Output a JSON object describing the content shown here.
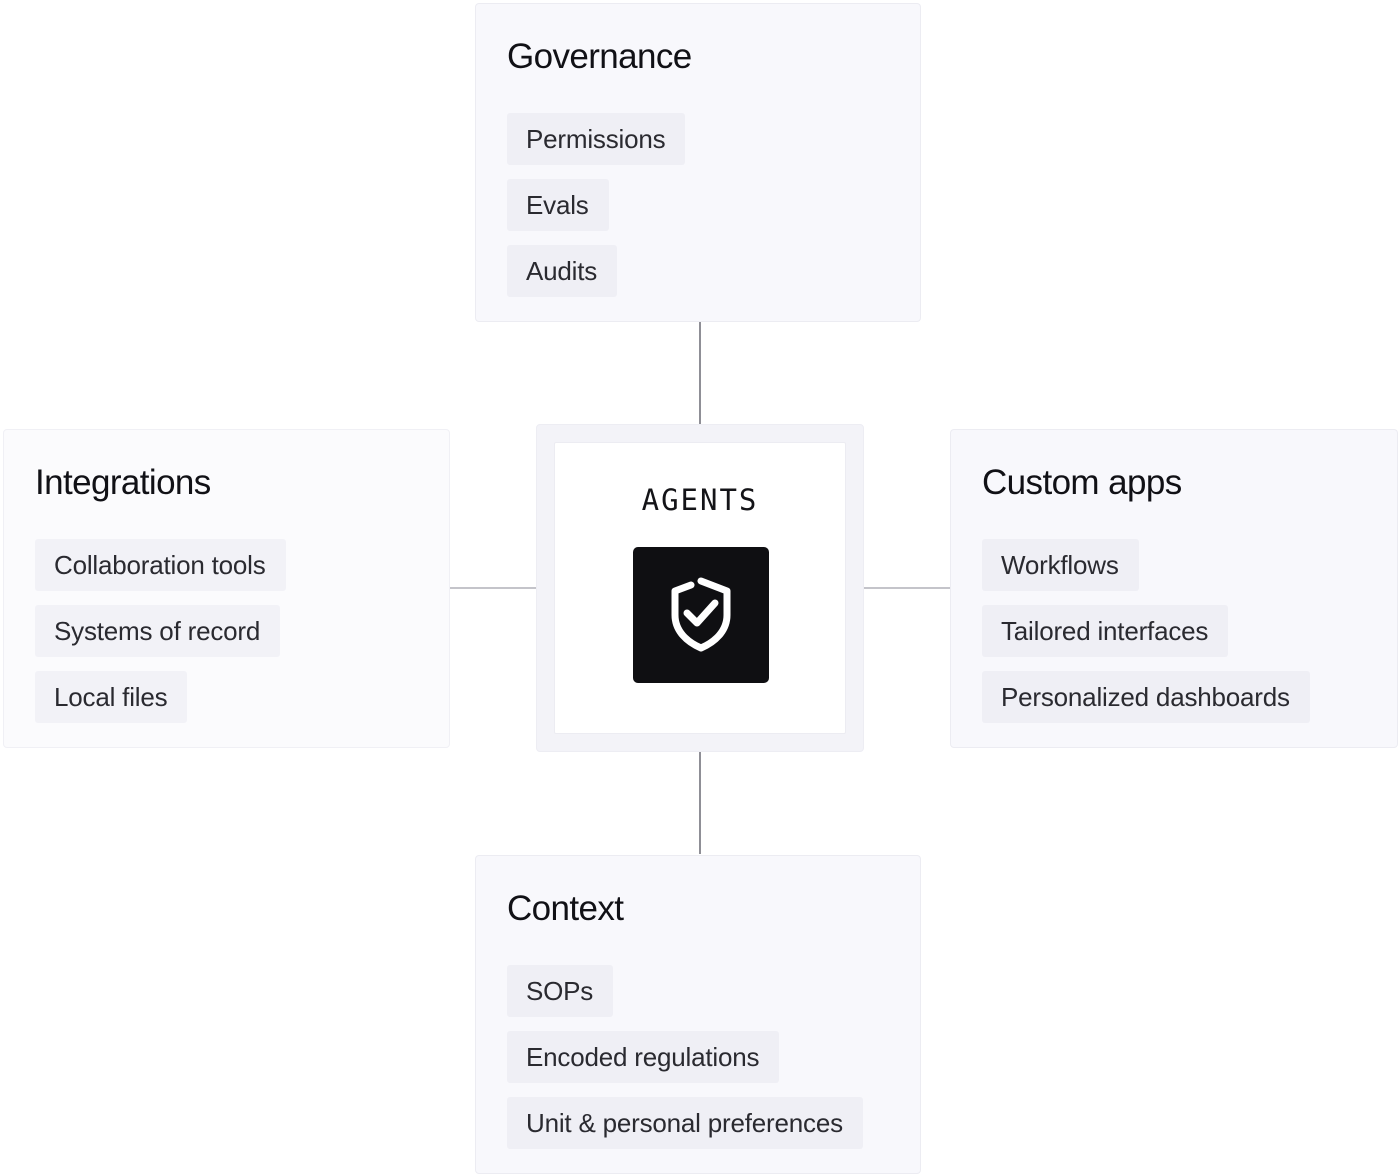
{
  "center": {
    "label": "AGENTS",
    "icon": "shield-check-icon"
  },
  "cards": {
    "governance": {
      "title": "Governance",
      "items": [
        "Permissions",
        "Evals",
        "Audits"
      ]
    },
    "integrations": {
      "title": "Integrations",
      "items": [
        "Collaboration tools",
        "Systems of record",
        "Local files"
      ]
    },
    "custom_apps": {
      "title": "Custom apps",
      "items": [
        "Workflows",
        "Tailored interfaces",
        "Personalized dashboards"
      ]
    },
    "context": {
      "title": "Context",
      "items": [
        "SOPs",
        "Encoded regulations",
        "Unit & personal preferences"
      ]
    }
  },
  "colors": {
    "card_background": "#f8f8fc",
    "chip_background": "#efeff5",
    "icon_tile": "#0f0f12",
    "connector": "#8f8f96"
  }
}
